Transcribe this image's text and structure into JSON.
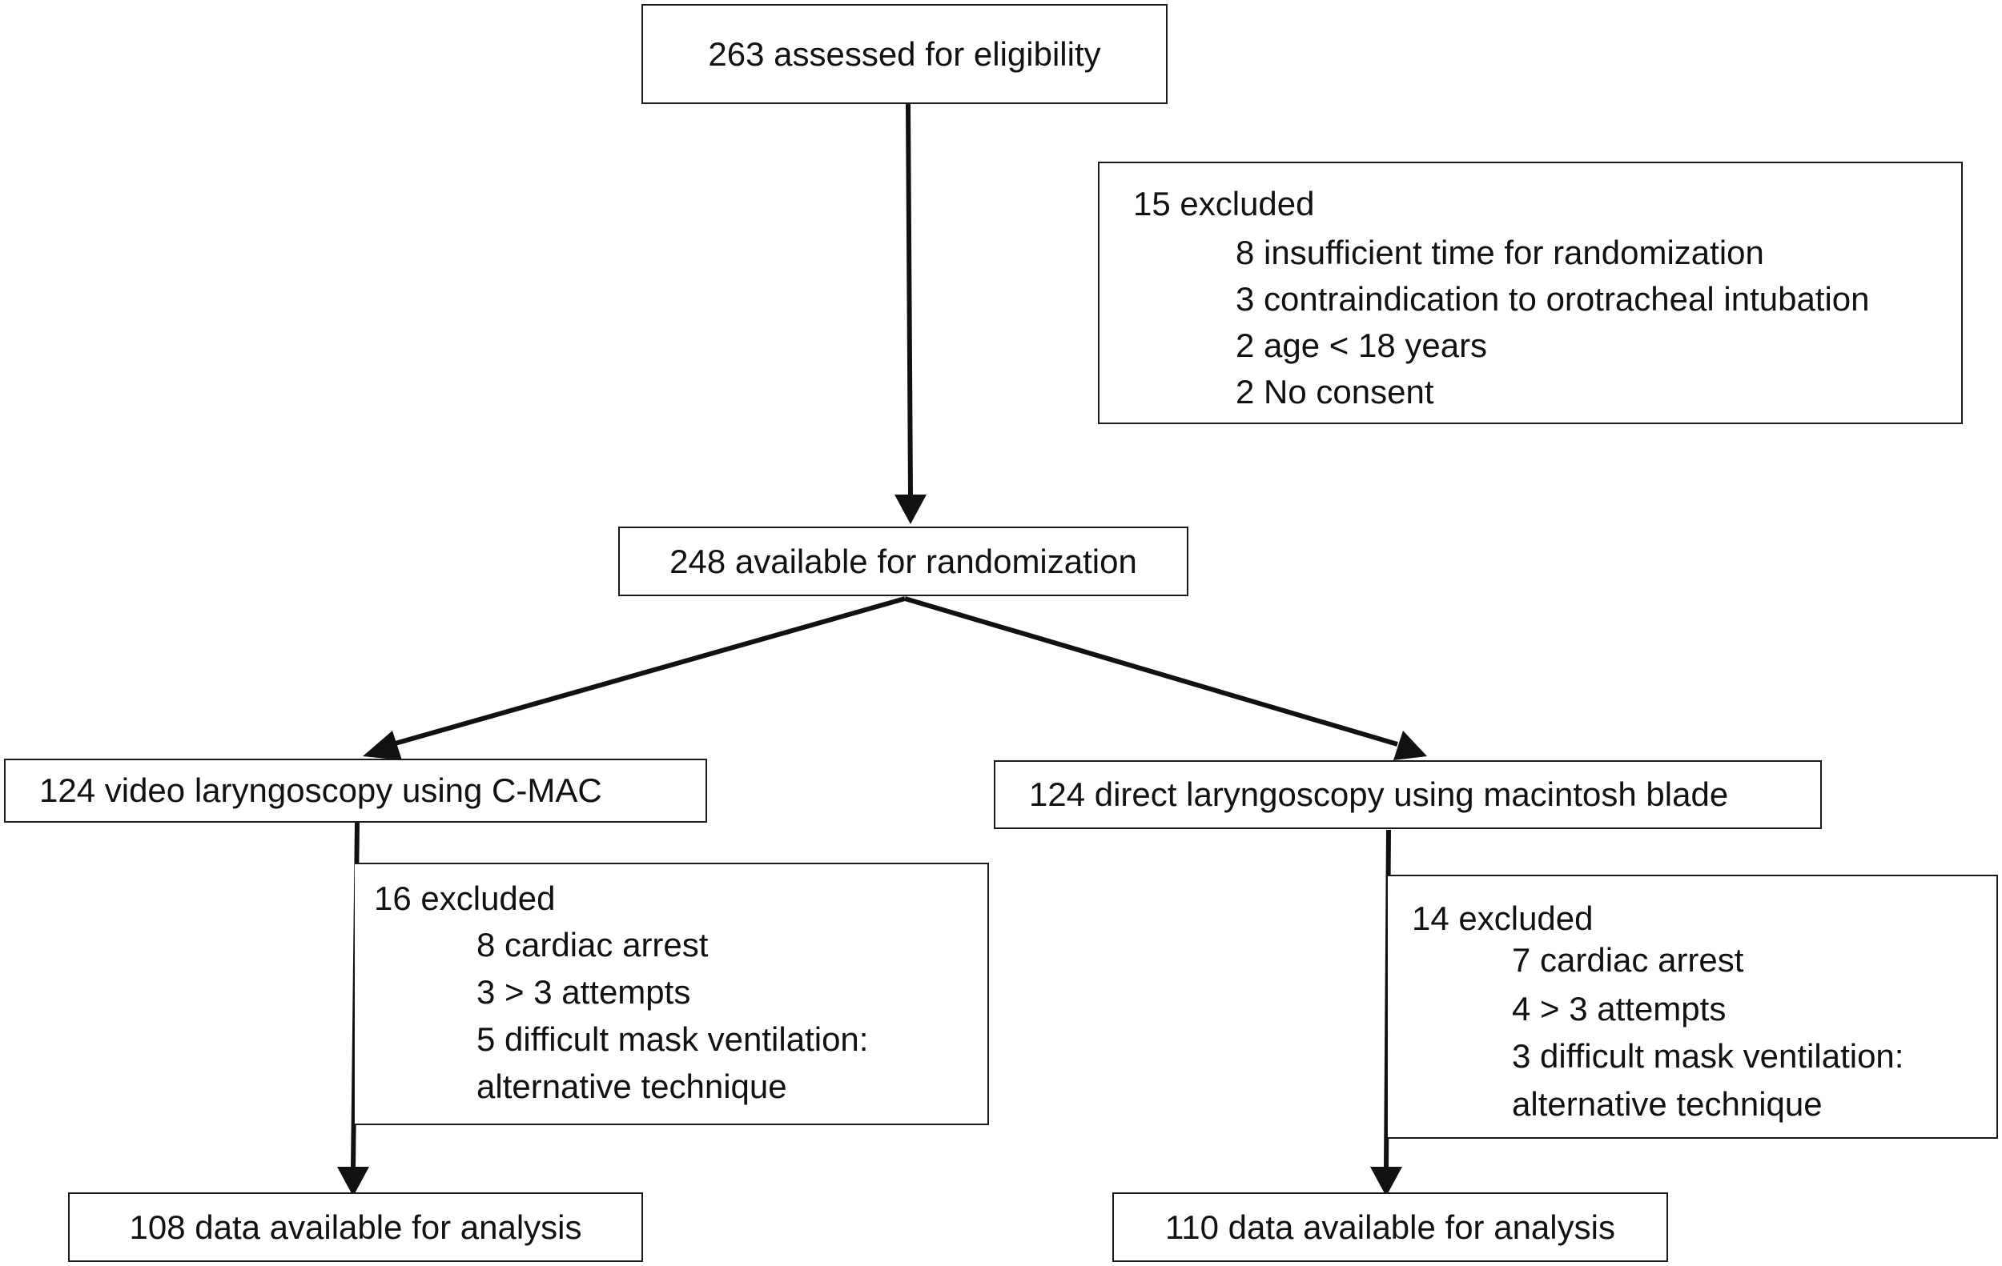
{
  "assessed": "263 assessed for eligibility",
  "screen_excluded": {
    "title": "15 excluded",
    "reasons": [
      "8 insufficient time for randomization",
      "3 contraindication to orotracheal intubation",
      "2 age < 18 years",
      "2 No consent"
    ]
  },
  "randomization": "248 available for randomization",
  "arms": [
    {
      "label": "124 video laryngoscopy using C-MAC",
      "excluded_title": "16 excluded",
      "reasons": [
        "8 cardiac arrest",
        "3 > 3 attempts",
        "5 difficult mask ventilation:",
        "alternative technique"
      ],
      "analysis": "108 data available for analysis"
    },
    {
      "label": "124 direct laryngoscopy using macintosh blade",
      "excluded_title": "14 excluded",
      "reasons": [
        "7 cardiac arrest",
        "4 > 3 attempts",
        "3 difficult mask ventilation:",
        "alternative technique"
      ],
      "analysis": "110 data available for analysis"
    }
  ],
  "colors": {
    "line": "#111111",
    "border": "#1a1a1a"
  }
}
